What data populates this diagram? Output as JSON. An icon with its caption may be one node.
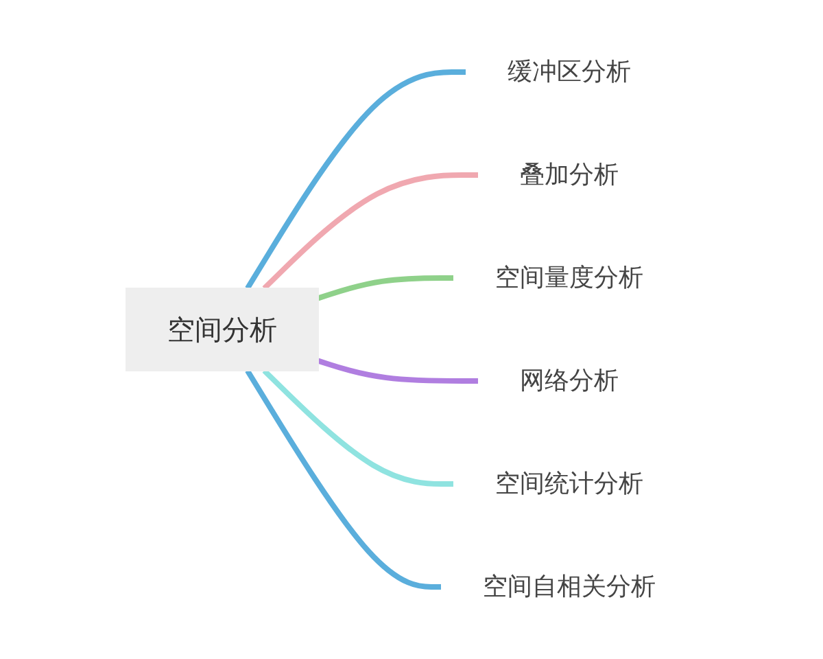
{
  "diagram": {
    "nodes": [
      {
        "text": [
          "空间分析"
        ]
      },
      {
        "text": [
          "缓冲区分析"
        ]
      },
      {
        "text": [
          "叠加分析"
        ]
      },
      {
        "text": [
          "空间量度分析"
        ]
      },
      {
        "text": [
          "网络分析"
        ]
      },
      {
        "text": [
          "空间统计分析"
        ]
      },
      {
        "text": [
          "空间自相关分析"
        ]
      }
    ],
    "edges": [
      {
        "from": 0,
        "to": 1,
        "arrow": "none",
        "color": "#5aaedc"
      },
      {
        "from": 0,
        "to": 2,
        "arrow": "none",
        "color": "#f0a8b0"
      },
      {
        "from": 0,
        "to": 3,
        "arrow": "none",
        "color": "#8fd18a"
      },
      {
        "from": 0,
        "to": 4,
        "arrow": "none",
        "color": "#b07ee0"
      },
      {
        "from": 0,
        "to": 5,
        "arrow": "none",
        "color": "#8fe3e0"
      },
      {
        "from": 0,
        "to": 6,
        "arrow": "none",
        "color": "#5aaedc"
      }
    ]
  }
}
